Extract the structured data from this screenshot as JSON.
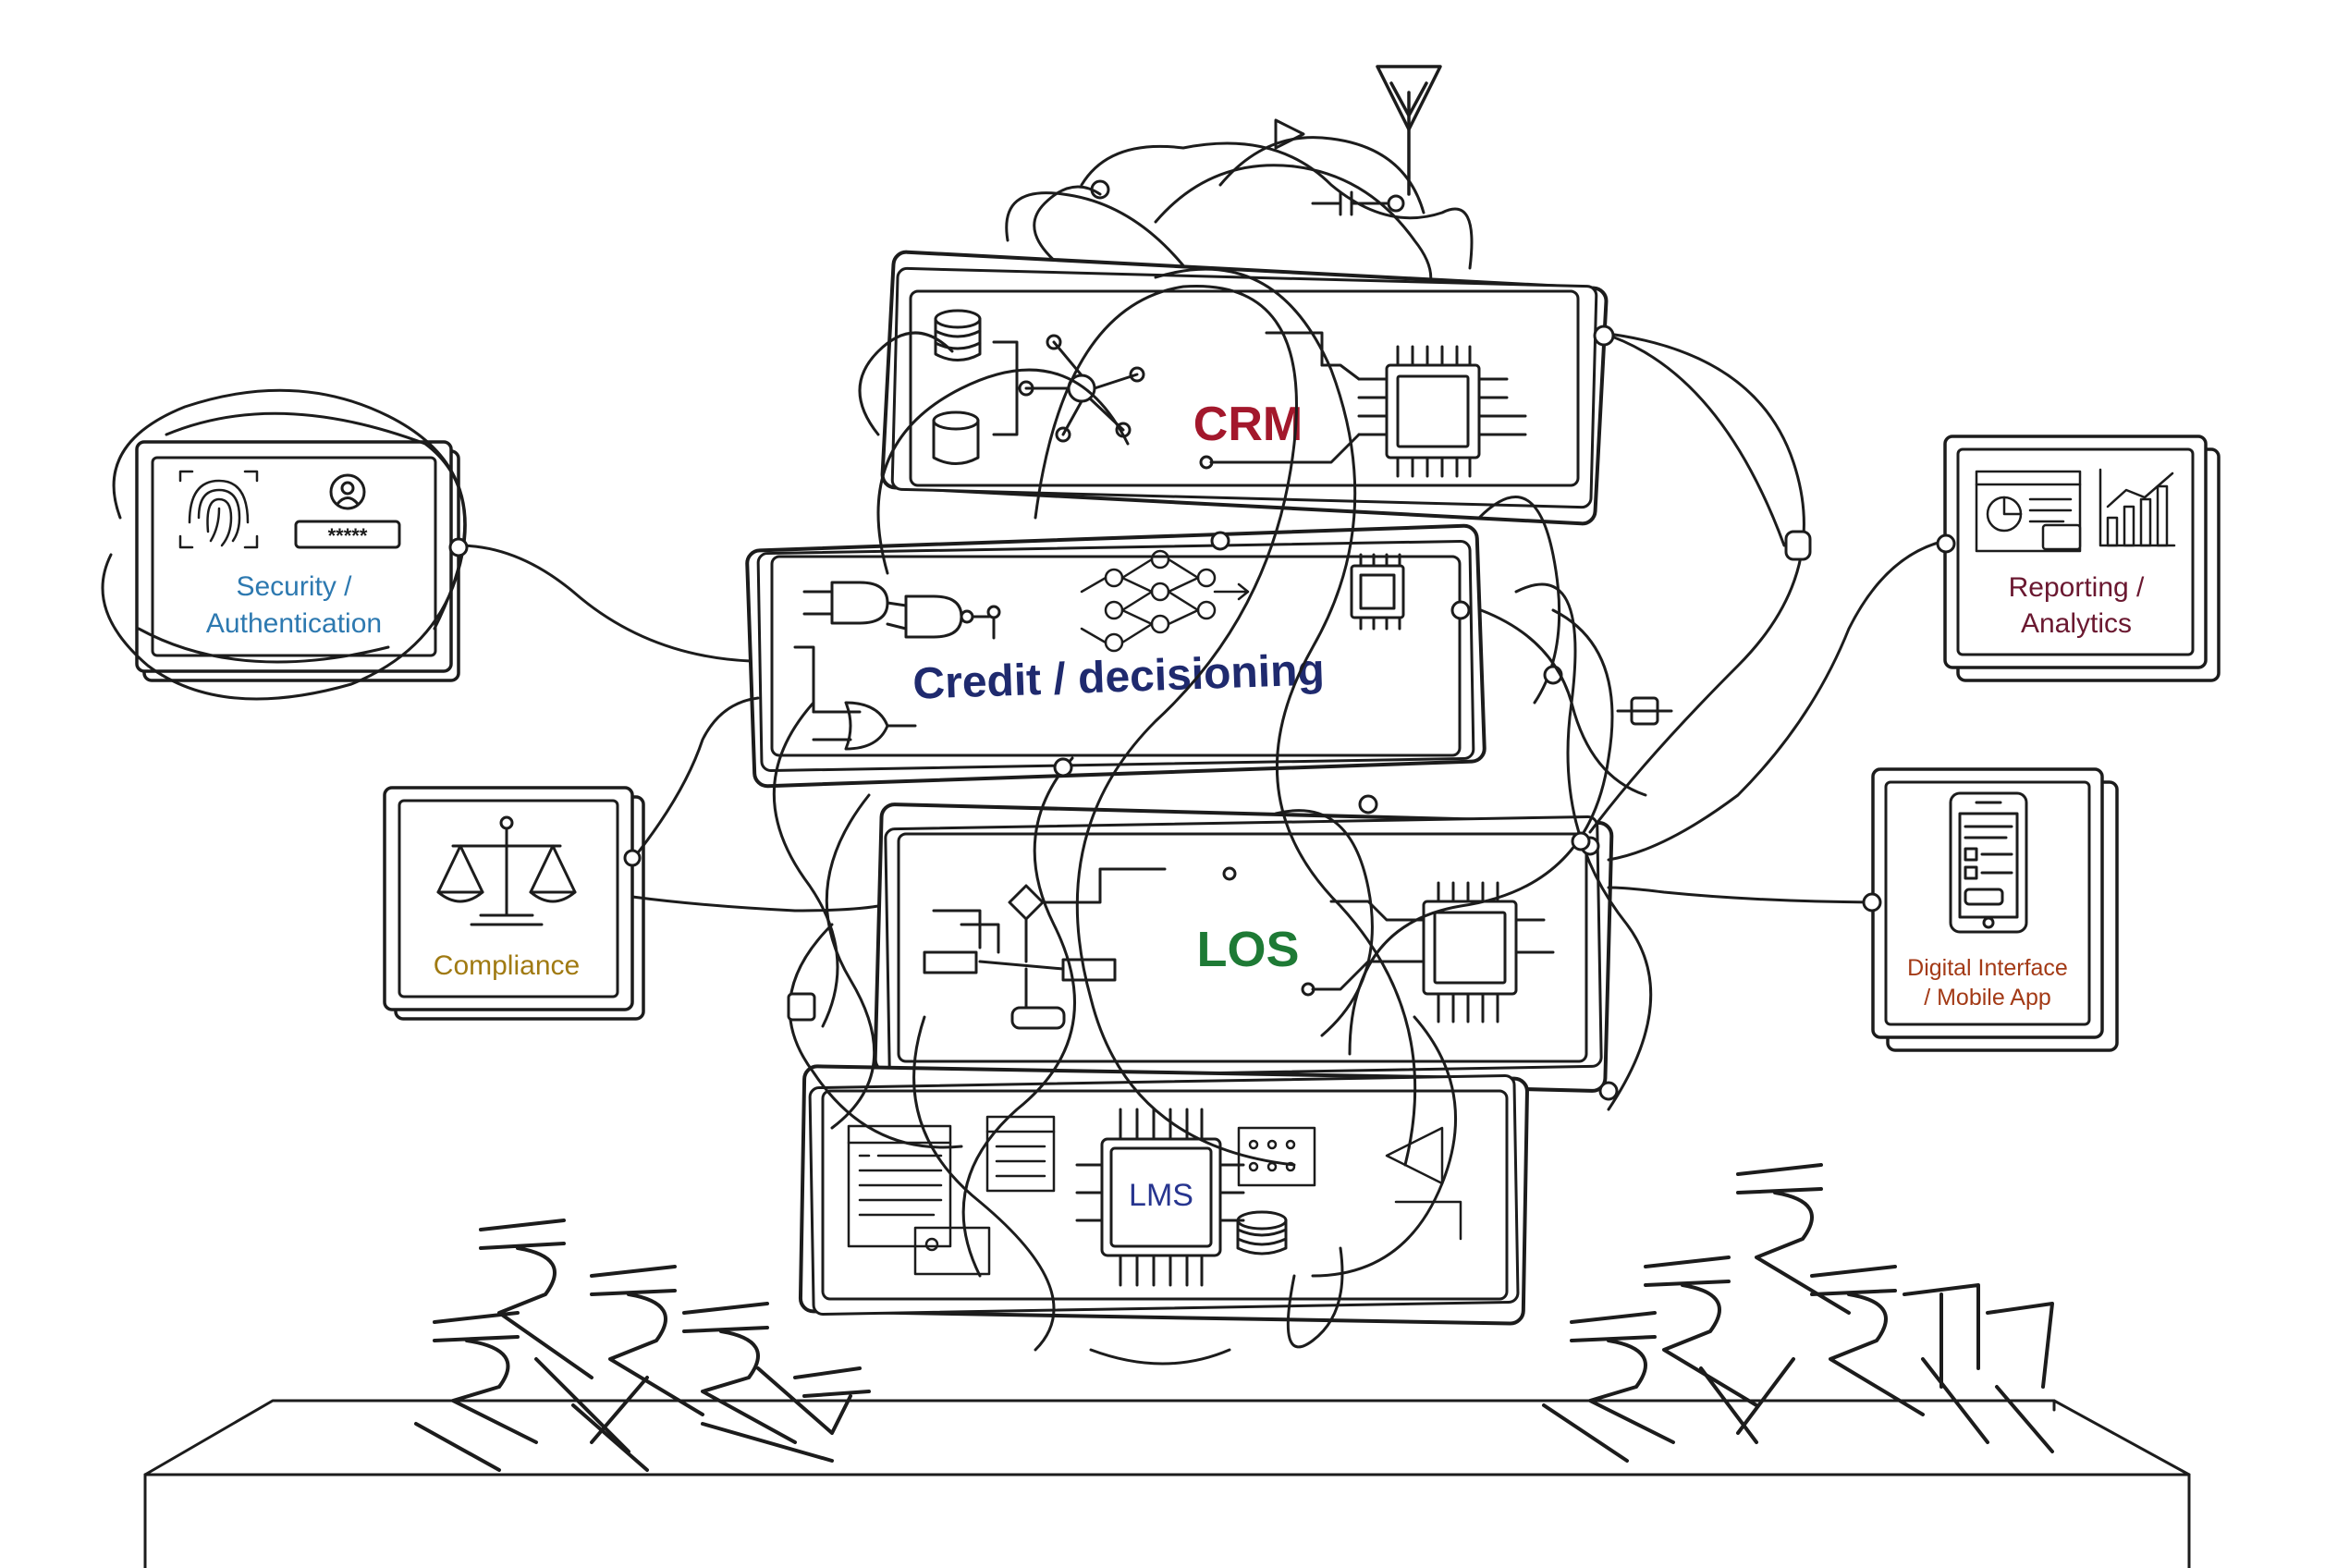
{
  "modules": {
    "crm": {
      "label": "CRM",
      "color": "#a3182c"
    },
    "credit": {
      "label": "Credit / decisioning",
      "color": "#1f2a6e"
    },
    "los": {
      "label": "LOS",
      "color": "#1e7a35"
    },
    "lms": {
      "label": "LMS",
      "color": "#27358f"
    }
  },
  "side_panels": {
    "security": {
      "line1": "Security /",
      "line2": "Authentication",
      "pin_mask": "*****",
      "color": "#2d79b0"
    },
    "compliance": {
      "label": "Compliance",
      "color": "#a07a12"
    },
    "reporting": {
      "line1": "Reporting /",
      "line2": "Analytics",
      "color": "#6a1830"
    },
    "digital": {
      "line1": "Digital Interface",
      "line2": "/ Mobile App",
      "color": "#a33a16"
    }
  },
  "decor": {
    "currency_symbol": "₹",
    "left_pile_icon": "rupee-symbol-pile-icon",
    "right_pile_icon": "rupee-symbol-pile-icon",
    "antenna_icon": "antenna-icon",
    "chip_icon": "microchip-icon",
    "database_icon": "database-icon"
  }
}
